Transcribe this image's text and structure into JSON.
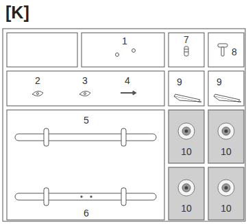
{
  "diagram": {
    "title": "[K]",
    "labels": [
      "1",
      "7",
      "8",
      "2",
      "3",
      "4",
      "9",
      "9",
      "5",
      "10",
      "10",
      "6",
      "10",
      "10"
    ]
  }
}
